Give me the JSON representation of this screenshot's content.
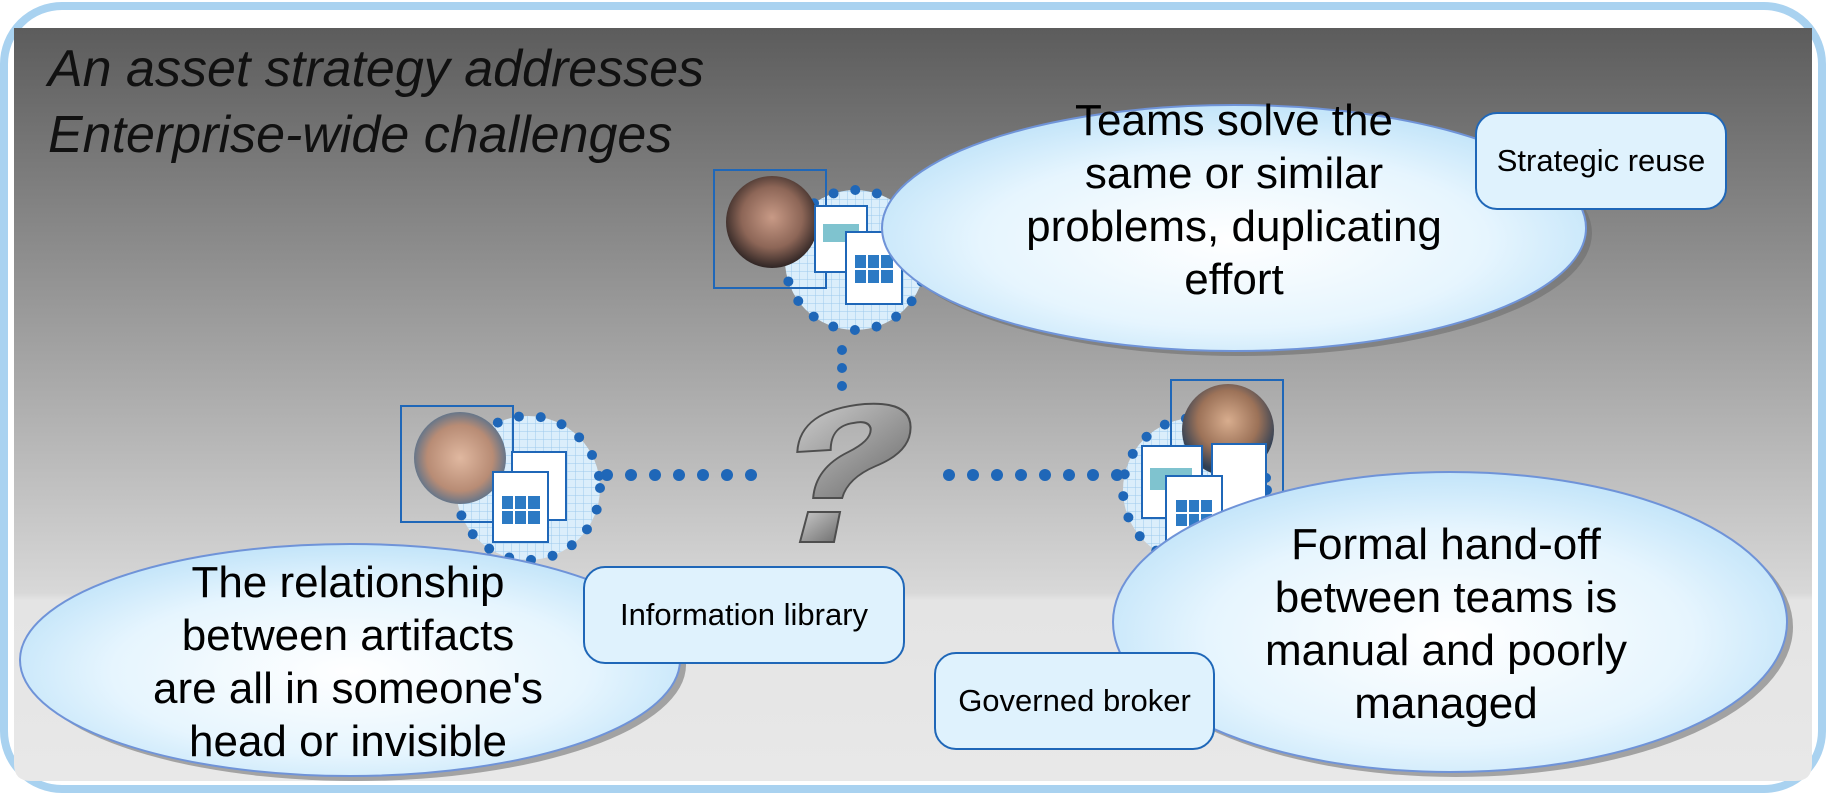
{
  "title": {
    "line1": "An asset strategy addresses",
    "line2": "Enterprise-wide challenges"
  },
  "bubbles": {
    "top": [
      "Teams solve the",
      "same or similar",
      "problems, duplicating",
      "effort"
    ],
    "left": [
      "The relationship",
      "between artifacts",
      "are all in someone's",
      "head or invisible"
    ],
    "right": [
      "Formal hand-off",
      "between teams is",
      "manual and poorly",
      "managed"
    ]
  },
  "labels": {
    "strategic": "Strategic reuse",
    "library": "Information library",
    "broker": "Governed broker"
  },
  "center_symbol": "?",
  "colors": {
    "frame": "#a9d2f0",
    "accent": "#1f67b8",
    "bubble_fill": "#dff2fd"
  },
  "icons": [
    "person-photo-female",
    "person-photo-young-male",
    "person-photo-bald-male",
    "document-stack-icon",
    "question-mark-icon"
  ]
}
